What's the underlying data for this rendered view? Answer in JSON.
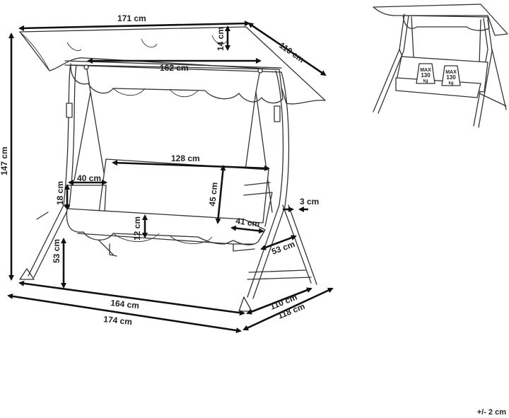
{
  "dimensions": {
    "canopy_width": "171 cm",
    "canopy_depth": "110 cm",
    "canopy_height": "14 cm",
    "inner_width": "162 cm",
    "total_height": "147 cm",
    "seat_width": "128 cm",
    "armrest_length": "40 cm",
    "armrest_height": "18 cm",
    "backrest_height": "45 cm",
    "frame_gap": "3 cm",
    "seat_front": "12 cm",
    "seat_side": "41 cm",
    "seat_depth": "53 cm",
    "seat_height": "53 cm",
    "base_width": "164 cm",
    "overall_width": "174 cm",
    "base_depth": "110 cm",
    "overall_depth": "118 cm"
  },
  "weight_badges": [
    {
      "line1": "MAX",
      "line2": "130",
      "line3": "kg"
    },
    {
      "line1": "MAX",
      "line2": "130",
      "line3": "kg"
    }
  ],
  "tolerance": "+/- 2 cm",
  "colors": {
    "ink": "#333333",
    "arrow": "#111111",
    "background": "#ffffff"
  }
}
